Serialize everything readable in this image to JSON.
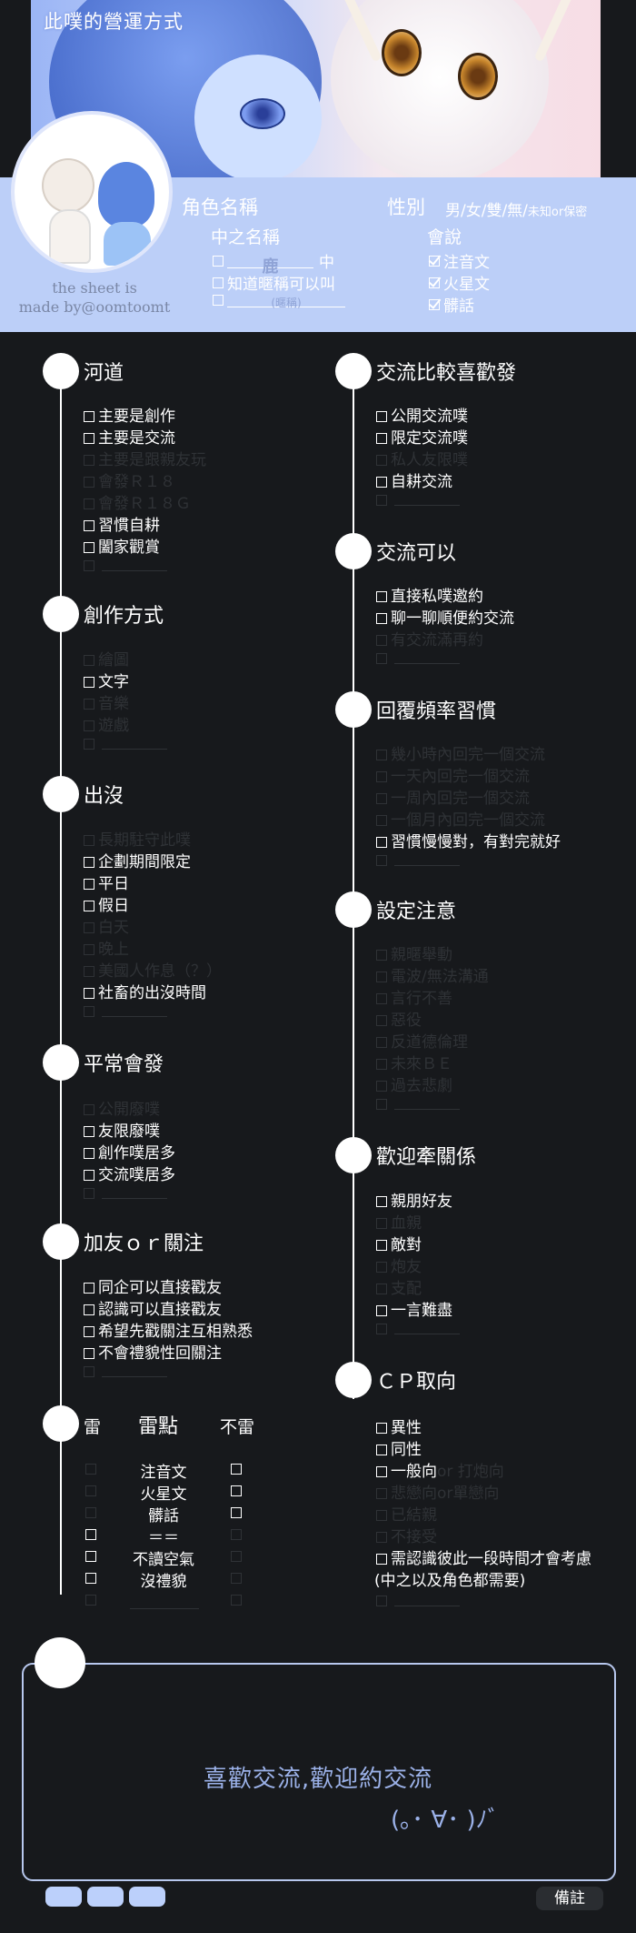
{
  "header": {
    "title": "此噗的營運方式",
    "credit_line1": "the sheet is",
    "credit_line2": "made by@oomtoomt",
    "character_name_label": "角色名稱",
    "gender_label": "性別",
    "gender_options": "男/女/雙/無/",
    "gender_note": "未知or保密",
    "mid_name_label": "中之名稱",
    "mid_name_hint": "鹿",
    "mid_name_suffix": "中",
    "nickname_ok": "知道暱稱可以叫",
    "nickname_hint": "(暱稱)",
    "languages_label": "會說",
    "languages": [
      "注音文",
      "火星文",
      "髒話"
    ]
  },
  "sections": {
    "river": {
      "title": "河道",
      "options": [
        "主要是創作",
        "主要是交流",
        "主要是跟親友玩",
        "會發Ｒ１８",
        "會發Ｒ１８Ｇ",
        "習慣自耕",
        "闔家觀賞"
      ]
    },
    "creation": {
      "title": "創作方式",
      "options": [
        "繪圖",
        "文字",
        "音樂",
        "遊戲"
      ]
    },
    "presence": {
      "title": "出沒",
      "options": [
        "長期駐守此噗",
        "企劃期間限定",
        "平日",
        "假日",
        "白天",
        "晚上",
        "美國人作息（？）",
        "社畜的出沒時間"
      ]
    },
    "usual": {
      "title": "平常會發",
      "options": [
        "公開廢噗",
        "友限廢噗",
        "創作噗居多",
        "交流噗居多"
      ]
    },
    "friend": {
      "title": "加友ｏｒ關注",
      "options": [
        "同企可以直接戳友",
        "認識可以直接戳友",
        "希望先戳關注互相熟悉",
        "不會禮貌性回關注"
      ]
    },
    "thunder": {
      "title": "雷",
      "mid": "雷點",
      "right": "不雷",
      "items": [
        "注音文",
        "火星文",
        "髒話",
        "＝＝",
        "不讀空氣",
        "沒禮貌"
      ]
    },
    "exchange_pref": {
      "title": "交流比較喜歡發",
      "options": [
        "公開交流噗",
        "限定交流噗",
        "私人友限噗",
        "自耕交流"
      ]
    },
    "exchange_ok": {
      "title": "交流可以",
      "options": [
        "直接私噗邀約",
        "聊一聊順便約交流",
        "有交流滿再約"
      ]
    },
    "reply": {
      "title": "回覆頻率習慣",
      "options": [
        "幾小時內回完一個交流",
        "一天內回完一個交流",
        "一周內回完一個交流",
        "一個月內回完一個交流",
        "習慣慢慢對，有對完就好"
      ]
    },
    "caution": {
      "title": "設定注意",
      "options": [
        "親暱舉動",
        "電波/無法溝通",
        "言行不善",
        "惡役",
        "反道德倫理",
        "未來ＢＥ",
        "過去悲劇"
      ]
    },
    "relation": {
      "title": "歡迎牽關係",
      "options": [
        "親朋好友",
        "血親",
        "敵對",
        "炮友",
        "支配",
        "一言難盡"
      ]
    },
    "cp": {
      "title": "ＣＰ取向",
      "options": [
        "異性",
        "同性",
        "一般向",
        "or 打炮向",
        "悲戀向or單戀向",
        "已結親",
        "不接受",
        "需認識彼此一段時間才會考慮",
        "(中之以及角色都需要)"
      ]
    }
  },
  "note": {
    "text": "喜歡交流,歡迎約交流",
    "kaomoji": "(｡･ ∀･ )ﾉﾞ",
    "remark_button": "備註"
  }
}
